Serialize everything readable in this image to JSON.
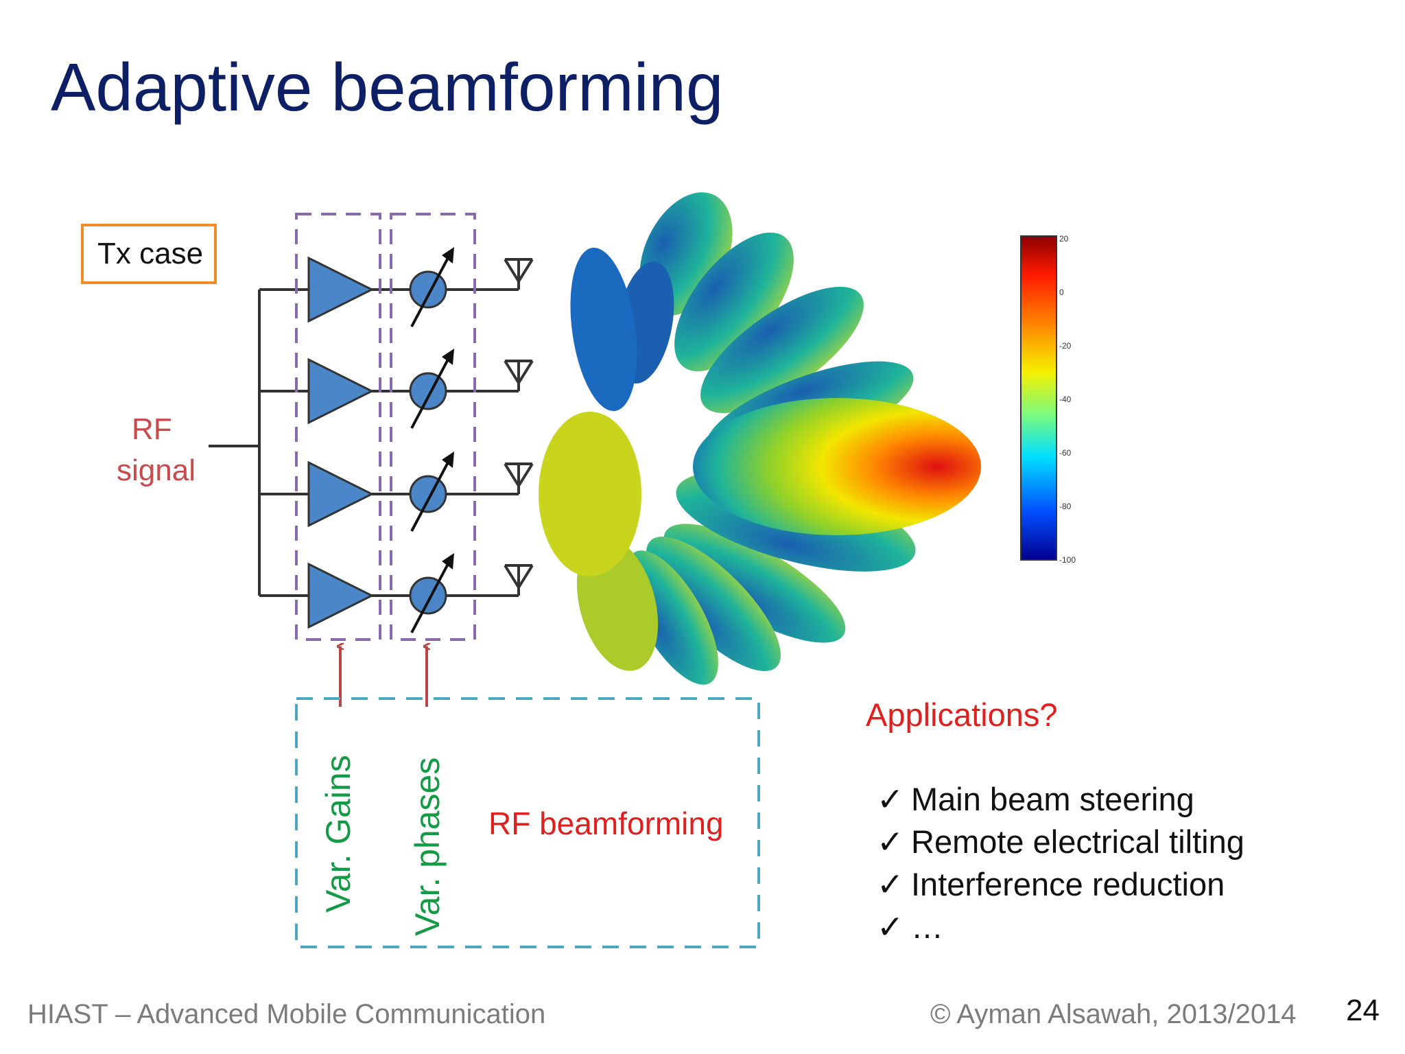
{
  "slide": {
    "title": "Adaptive beamforming",
    "page_number": "24",
    "footer_left": "HIAST  – Advanced Mobile Communication",
    "footer_right": "© Ayman Alsawah, 2013/2014"
  },
  "diagram": {
    "tx_case_label": "Tx case",
    "rf_signal_line1": "RF",
    "rf_signal_line2": "signal",
    "var_gains_label": "Var. Gains",
    "var_phases_label": "Var. phases",
    "rf_beamforming_label": "RF beamforming",
    "colorbar_ticks": [
      "20",
      "0",
      "-20",
      "-40",
      "-60",
      "-80",
      "-100"
    ],
    "colors": {
      "amplifier": "#4a86c8",
      "dashed_purple": "#8a6aae",
      "dashed_teal": "#4aa8c0",
      "arrow": "#b84646",
      "tx_box": "#f08c2a",
      "green_text": "#129a44",
      "red_text": "#e21f1f"
    }
  },
  "applications": {
    "title": "Applications?",
    "items": [
      "Main beam steering",
      "Remote electrical tilting",
      "Interference reduction",
      "…"
    ],
    "check_mark": "✓"
  }
}
